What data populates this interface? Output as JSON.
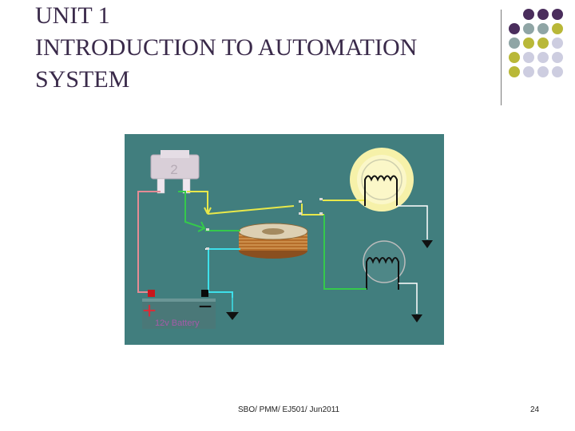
{
  "slide": {
    "title_lines": [
      "UNIT 1",
      "INTRODUCTION TO AUTOMATION",
      "SYSTEM"
    ],
    "footer_text": "SBO/ PMM/ EJ501/ Jun2011",
    "page_number": "24"
  },
  "diagram": {
    "fuse_label": "2",
    "battery_label": "12v Battery",
    "plus_symbol": "+",
    "minus_symbol": "−"
  },
  "colors": {
    "diagram_background": "#417e7e",
    "dot_purple": "#4a2d5c",
    "dot_teal": "#8fa5a5",
    "dot_olive": "#b9b838",
    "dot_lavender": "#cdcde0"
  }
}
